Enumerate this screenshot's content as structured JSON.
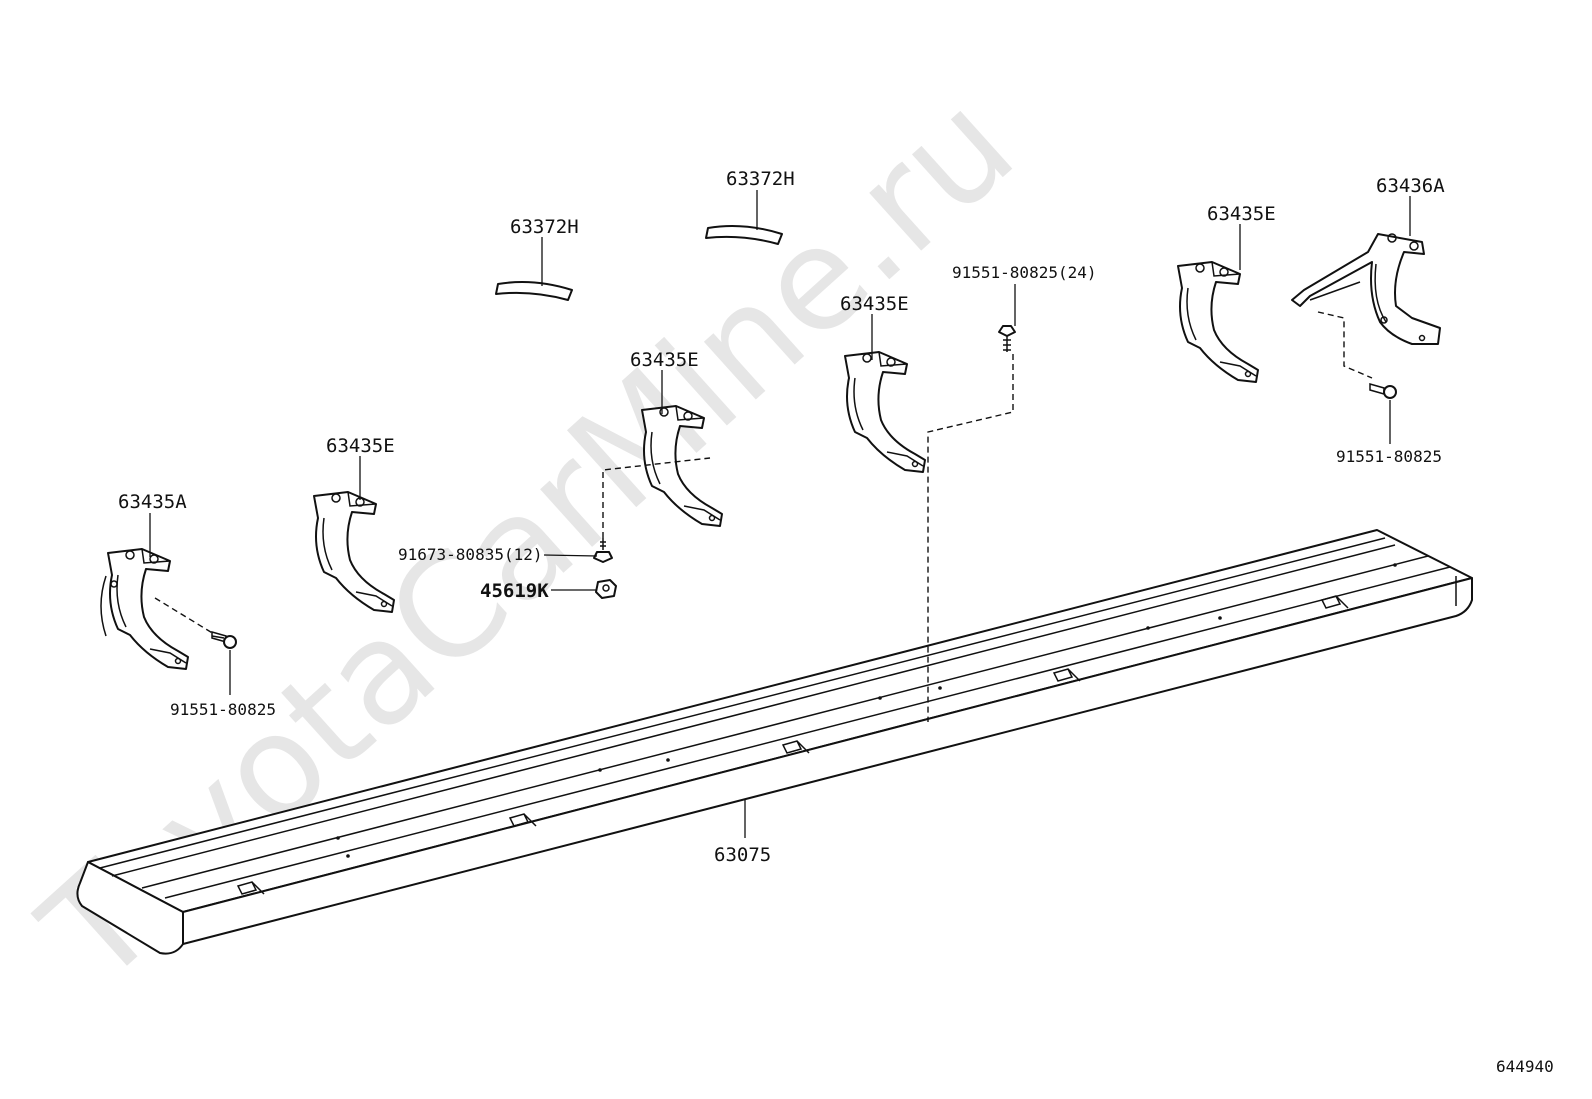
{
  "watermark": "ToyotaCarMine.ru",
  "figure_number": "644940",
  "labels": {
    "step_board": "63075",
    "bracket_front": "63435A",
    "bracket_1": "63435E",
    "bracket_2": "63435E",
    "bracket_3": "63435E",
    "bracket_4": "63435E",
    "bracket_rear": "63436A",
    "pad_1": "63372H",
    "pad_2": "63372H",
    "bolt_front": "91551-80825",
    "bolt_rear": "91551-80825",
    "bolt_main": "91551-80825(24)",
    "screw": "91673-80835(12)",
    "nut": "45619K"
  }
}
